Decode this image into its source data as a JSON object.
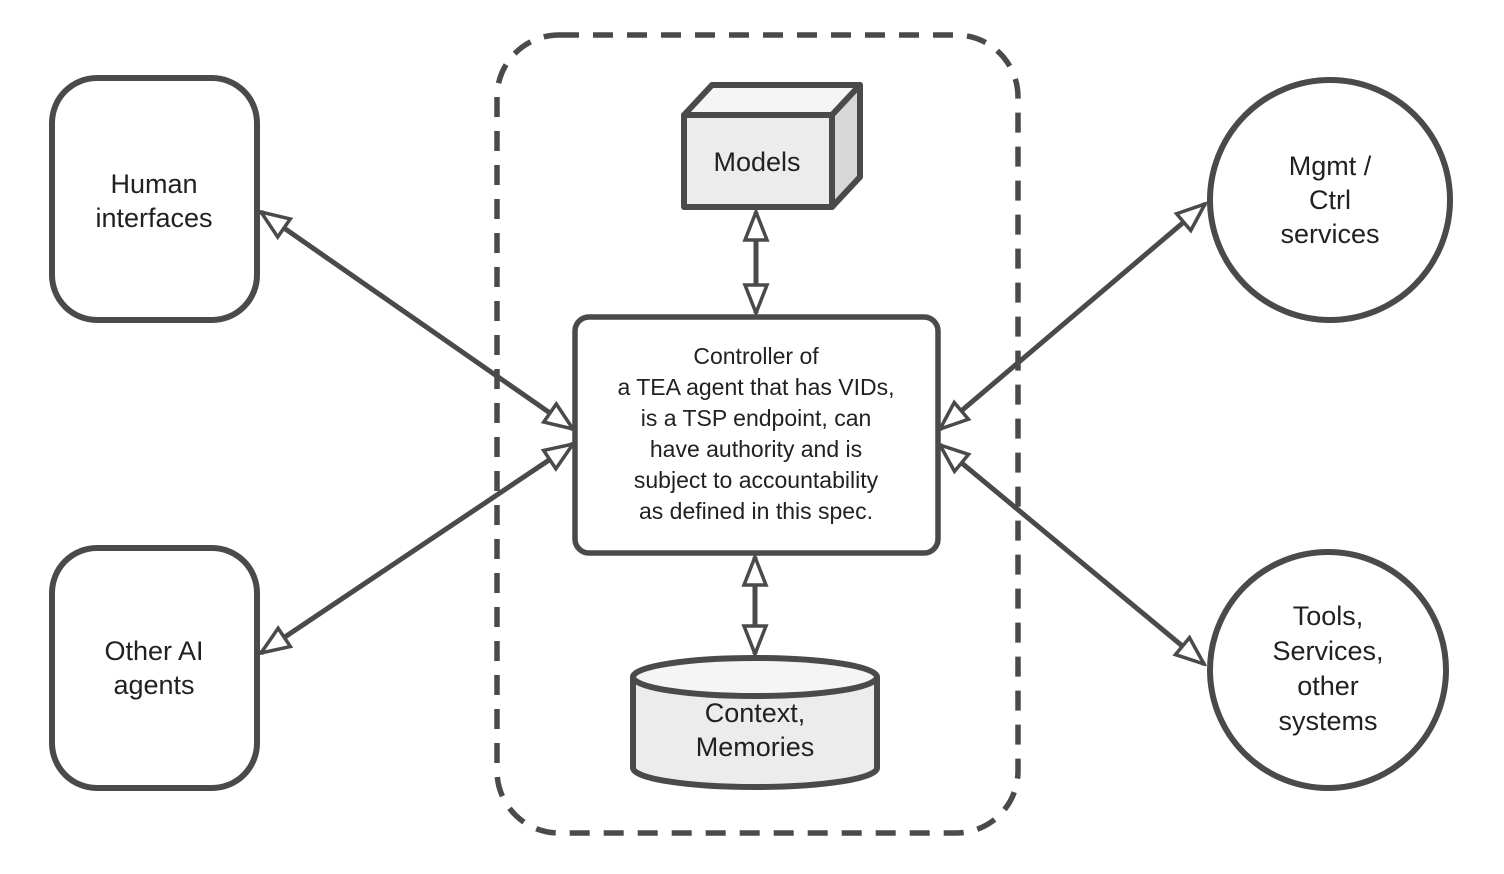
{
  "colors": {
    "stroke": "#4a4a4a",
    "text": "#212121",
    "node_fill": "#ffffff",
    "gray_fill": "#ececec",
    "gray_fill_light": "#f5f5f5",
    "gray_fill_dark": "#d7d7d7",
    "background": "#ffffff"
  },
  "nodes": {
    "human_interfaces": {
      "shape": "rounded-rectangle",
      "lines": [
        "Human",
        "interfaces"
      ]
    },
    "other_ai_agents": {
      "shape": "rounded-rectangle",
      "lines": [
        "Other AI",
        "agents"
      ]
    },
    "mgmt_ctrl_services": {
      "shape": "circle",
      "lines": [
        "Mgmt /",
        "Ctrl",
        "services"
      ]
    },
    "tools_services_other_systems": {
      "shape": "circle",
      "lines": [
        "Tools,",
        "Services,",
        "other",
        "systems"
      ]
    },
    "models": {
      "shape": "box-3d",
      "lines": [
        "Models"
      ]
    },
    "controller": {
      "shape": "rounded-rectangle",
      "lines": [
        "Controller of",
        "a TEA agent that has VIDs,",
        "is a TSP endpoint, can",
        "have authority and is",
        "subject to accountability",
        "as defined in this spec."
      ]
    },
    "context_memories": {
      "shape": "cylinder",
      "lines": [
        "Context,",
        "Memories"
      ]
    }
  },
  "edges": [
    {
      "from": "human_interfaces",
      "to": "controller",
      "bidirectional": true
    },
    {
      "from": "other_ai_agents",
      "to": "controller",
      "bidirectional": true
    },
    {
      "from": "mgmt_ctrl_services",
      "to": "controller",
      "bidirectional": true
    },
    {
      "from": "tools_services_other_systems",
      "to": "controller",
      "bidirectional": true
    },
    {
      "from": "models",
      "to": "controller",
      "bidirectional": true
    },
    {
      "from": "context_memories",
      "to": "controller",
      "bidirectional": true
    }
  ]
}
